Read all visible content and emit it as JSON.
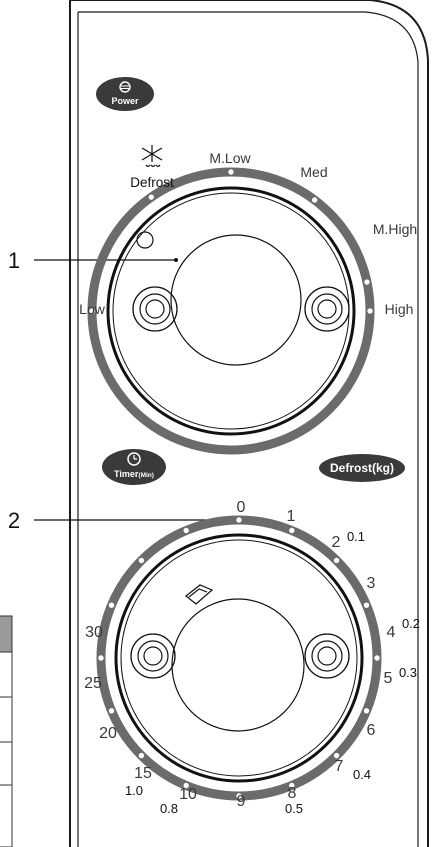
{
  "callouts": {
    "power_dial": "1",
    "timer_dial": "2"
  },
  "buttons": {
    "power": "Power",
    "timer": "Timer",
    "timer_unit": "(Min)",
    "defrost_kg": "Defrost(kg)"
  },
  "power_dial": {
    "defrost": "Defrost",
    "low": "Low",
    "mlow": "M.Low",
    "med": "Med",
    "mhigh": "M.High",
    "high": "High"
  },
  "timer_dial": {
    "minutes": [
      "0",
      "1",
      "2",
      "3",
      "4",
      "5",
      "6",
      "7",
      "8",
      "9",
      "10",
      "15",
      "20",
      "25",
      "30"
    ],
    "weights": [
      "0.1",
      "0.2",
      "0.3",
      "0.4",
      "0.5",
      "0.8",
      "1.0"
    ]
  },
  "colors": {
    "panel_line": "#1a1a1a",
    "ring": "#6b6b6b",
    "badge": "#3a3a3a",
    "label": "#3a3a3a"
  },
  "icons": [
    "power-icon",
    "clock-icon",
    "snowflake-icon"
  ]
}
